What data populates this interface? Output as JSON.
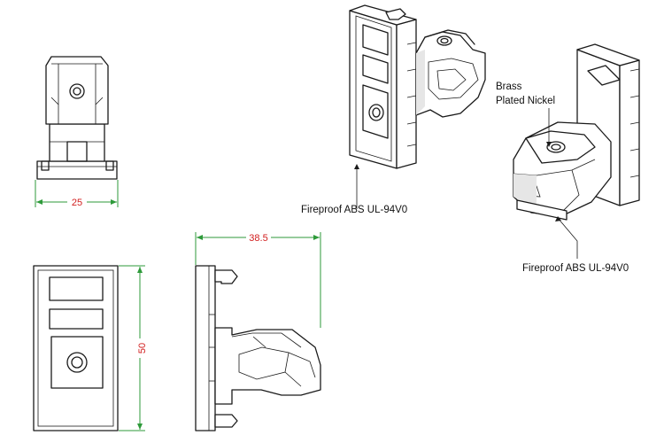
{
  "dimensions": {
    "width": "25",
    "height": "50",
    "depth": "38.5"
  },
  "labels": {
    "housing_material_top": "Fireproof ABS UL-94V0",
    "contact_material_line1": "Brass",
    "contact_material_line2": "Plated Nickel",
    "housing_material_right": "Fireproof ABS UL-94V0"
  },
  "colors": {
    "dimension_line": "#2e9a3a",
    "dimension_text": "#d22020",
    "outline": "#1a1a1a"
  }
}
